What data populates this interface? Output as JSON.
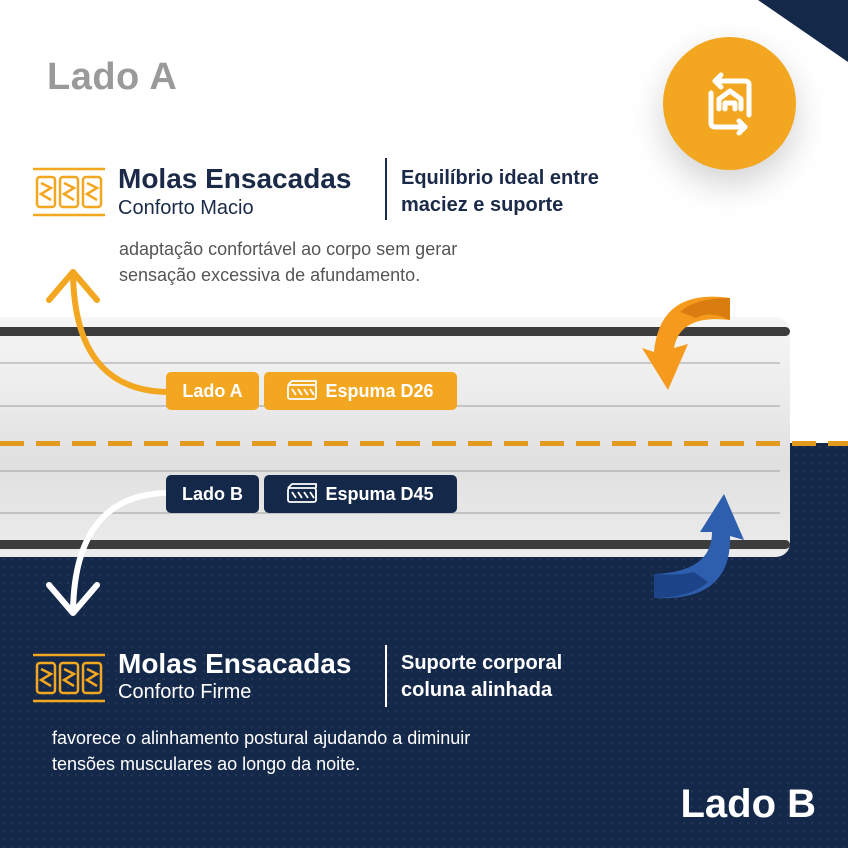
{
  "lado_a": {
    "title": "Lado A",
    "feature_title": "Molas Ensacadas",
    "feature_subtitle": "Conforto Macio",
    "feature_detail_1": "Equilíbrio ideal entre",
    "feature_detail_2": "maciez e suporte",
    "description_1": "adaptação confortável ao corpo sem gerar",
    "description_2": "sensação excessiva de afundamento.",
    "pill_label": "Lado A",
    "foam_label": "Espuma D26"
  },
  "lado_b": {
    "title": "Lado B",
    "feature_title": "Molas Ensacadas",
    "feature_subtitle": "Conforto Firme",
    "feature_detail_1": "Suporte corporal",
    "feature_detail_2": "coluna alinhada",
    "description_1": "favorece o alinhamento postural ajudando a diminuir",
    "description_2": "tensões musculares ao longo da noite.",
    "pill_label": "Lado B",
    "foam_label": "Espuma D45"
  },
  "icons": {
    "badge": "flip-mattress-icon",
    "springs": "pocket-springs-icon",
    "foam": "foam-layer-icon",
    "arrows": [
      "curved-arrow-up-icon",
      "curved-arrow-down-icon",
      "flip-arrow-orange-icon",
      "flip-arrow-blue-icon"
    ]
  },
  "colors": {
    "accent_orange": "#f3a61f",
    "navy": "#14284a",
    "text_dark": "#1b2a48",
    "text_gray": "#555555",
    "heading_gray": "#9a9a9a",
    "arrow_blue": "#2e5fae"
  }
}
